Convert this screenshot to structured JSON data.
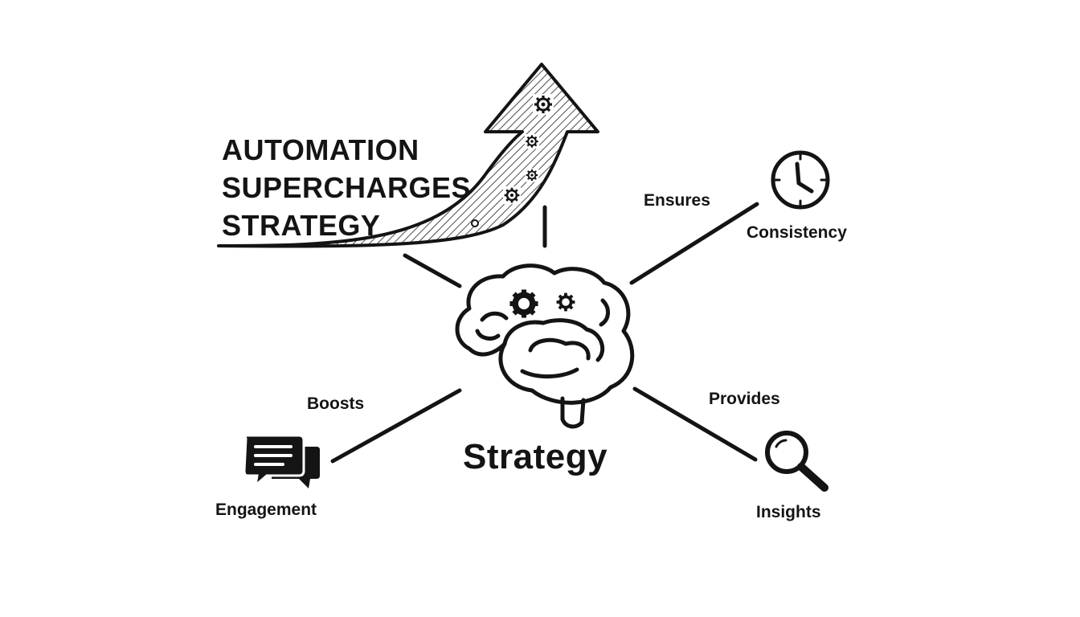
{
  "title_lines": [
    "AUTOMATION",
    "SUPERCHARGES",
    "STRATEGY"
  ],
  "center": {
    "label": "Strategy",
    "icon": "brain-gears-icon"
  },
  "relations": [
    {
      "edge_label": "Ensures",
      "node_label": "Consistency",
      "icon": "clock-icon"
    },
    {
      "edge_label": "Provides",
      "node_label": "Insights",
      "icon": "magnifier-icon"
    },
    {
      "edge_label": "Boosts",
      "node_label": "Engagement",
      "icon": "chat-bubbles-icon"
    }
  ],
  "colors": {
    "ink": "#141414",
    "background": "#ffffff"
  }
}
